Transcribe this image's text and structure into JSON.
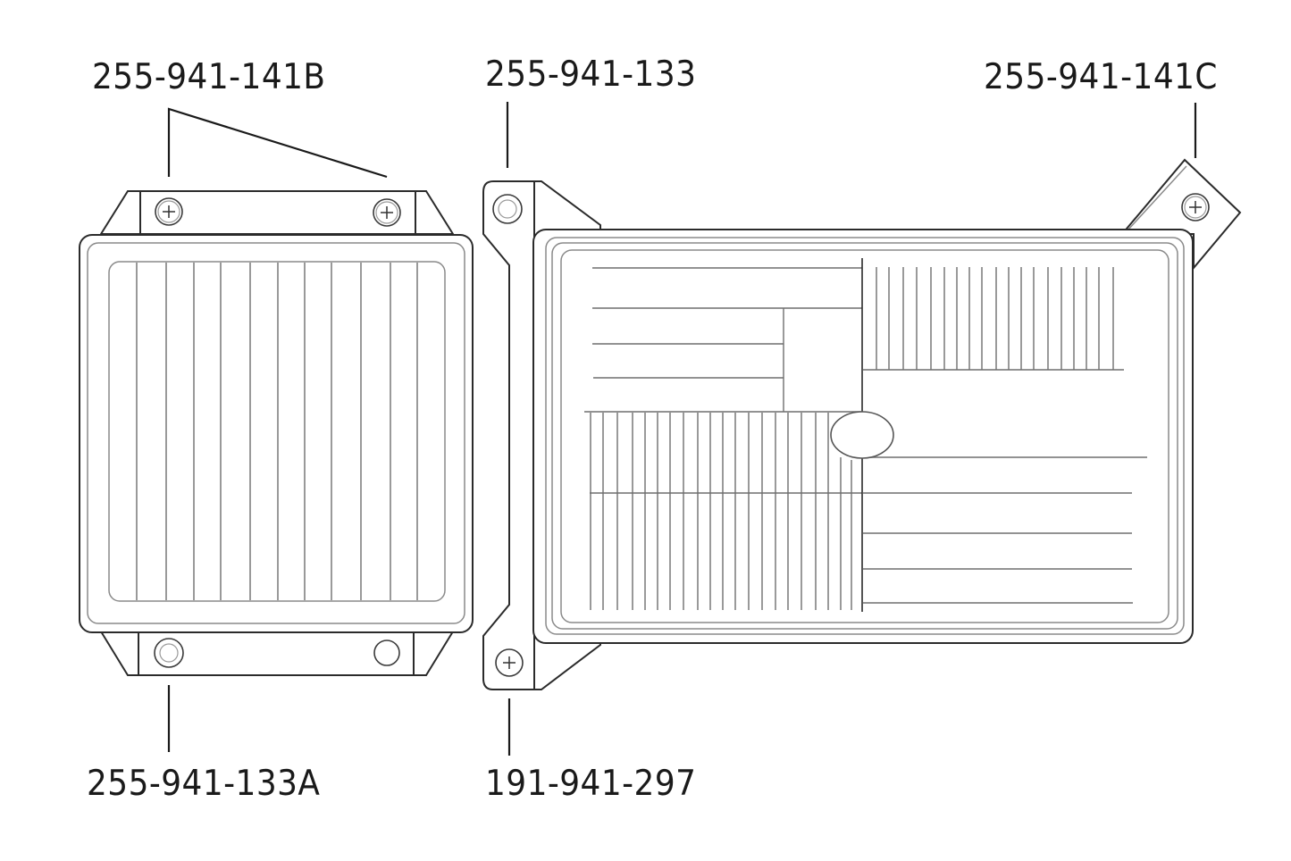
{
  "diagram": {
    "title": "Control module mounting parts",
    "colors": {
      "line": "#2b2b2b",
      "fin": "#6e6e6e",
      "rim": "#8a8a8a",
      "background": "#ffffff"
    }
  },
  "labels": {
    "top_left": "255-941-141B",
    "top_center": "255-941-133",
    "top_right": "255-941-141C",
    "bottom_left": "255-941-133A",
    "bottom_center": "191-941-297"
  },
  "parts": [
    {
      "id": "left-module",
      "description": "small control module with vertical cooling fins",
      "fin_count": 11
    },
    {
      "id": "right-module",
      "description": "large control module with mixed fin grid and round center boss"
    },
    {
      "id": "left-bracket-top",
      "fasteners": [
        "screw",
        "screw"
      ],
      "callout": "255-941-141B"
    },
    {
      "id": "left-bracket-bottom",
      "fasteners": [
        "washer",
        "hole"
      ],
      "callout": "255-941-133A"
    },
    {
      "id": "side-bracket",
      "fasteners": [
        "washer",
        "screw"
      ],
      "callouts": [
        "255-941-133",
        "191-941-297"
      ]
    },
    {
      "id": "angled-tab",
      "fasteners": [
        "screw"
      ],
      "callout": "255-941-141C"
    }
  ]
}
